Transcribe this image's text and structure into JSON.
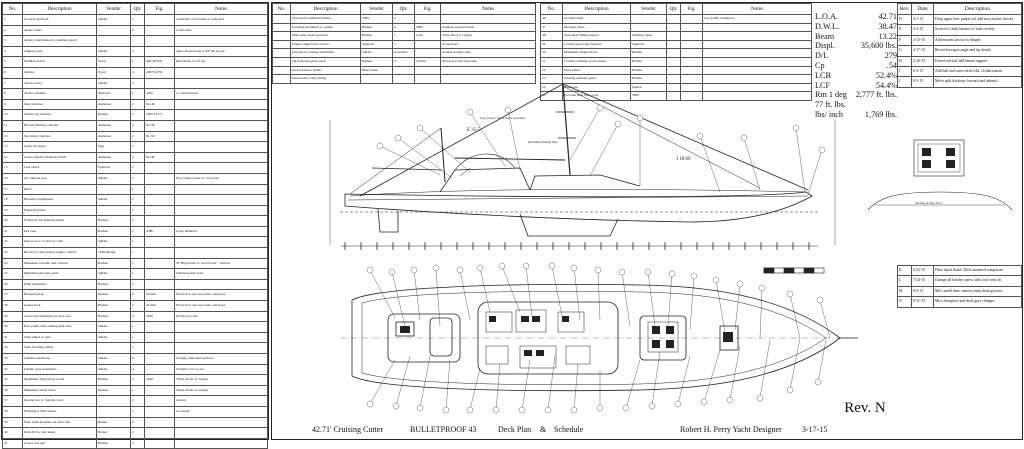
{
  "left_schedule": {
    "headers": [
      "No.",
      "Description",
      "Vendor",
      "Qty",
      "Fig.",
      "Notes"
    ],
    "rows": [
      [
        "1",
        "bowsprit platform",
        "builder",
        "1",
        "",
        "composite cored panel w/ teak trim"
      ],
      [
        "2",
        "anchor roller",
        "",
        "2",
        "",
        "ss dbl roller"
      ],
      [
        "3",
        "anchor rode/fairlead w/ stainless guard",
        "",
        "",
        "",
        ""
      ],
      [
        "4",
        "sampson post",
        "builder",
        "2",
        "",
        "upper block/locate w/ PF dia on pin"
      ],
      [
        "5",
        "Windlass hatch",
        "Wood",
        "1",
        "240730 ESI",
        "hatch flush w/ std top"
      ],
      [
        "6",
        "hatches",
        "Wood",
        "4",
        "240731 ESI",
        ""
      ],
      [
        "7",
        "dorade boxes",
        "builder",
        "2",
        "",
        ""
      ],
      [
        "8",
        "anchor windlass",
        "Maxwell",
        "1",
        "2200",
        "w/ capstan head"
      ],
      [
        "9",
        "main winches",
        "Andersen",
        "2",
        "No.46",
        ""
      ],
      [
        "10",
        "mizzen top winches",
        "Harken",
        "2",
        "2000 ST/CC",
        ""
      ],
      [
        "11",
        "Electric Primary winches",
        "Andersen",
        "2",
        "No.58",
        ""
      ],
      [
        "12",
        "Secondary winches",
        "Andersen",
        "2",
        "No.50",
        ""
      ],
      [
        "13",
        "Cleats aft tapers",
        "Ogg",
        "2",
        "",
        ""
      ],
      [
        "14",
        "Genoa trip/dbl. mainsail winch",
        "Andersen",
        "2",
        "No.46",
        ""
      ],
      [
        "15",
        "Line clutch",
        "Spinlock",
        "2",
        "",
        ""
      ],
      [
        "16",
        "aft compass post",
        "builder",
        "2",
        "",
        "8 sq. blade bronze w/ 3/4 ss pin"
      ],
      [
        "17",
        "hatch",
        "",
        "1",
        "",
        ""
      ],
      [
        "18",
        "Backstay Chainplates",
        "builder",
        "2",
        "",
        ""
      ],
      [
        "19",
        "Flagstaff holder",
        "",
        "1",
        "",
        ""
      ],
      [
        "20",
        "Footblock for mainsail sheets",
        "Harken",
        "2",
        "",
        ""
      ],
      [
        "21",
        "Pad eyes",
        "Harken",
        "2",
        "AH8",
        "Large diamond"
      ],
      [
        "22",
        "mast boot w/ ss bolt in collar",
        "builder",
        "1",
        "",
        ""
      ],
      [
        "23",
        "Recess for dual station engine controls",
        "CHandyeing",
        "1",
        "",
        ""
      ],
      [
        "24",
        "Mainsheet traveller and controls",
        "Harken",
        "1",
        "",
        "TF High beam w/ travel track + custom"
      ],
      [
        "25",
        "Mainsheet tent base plate",
        "builder",
        "1",
        "",
        "Stainless reinforced"
      ],
      [
        "26",
        "Pillar stanchions",
        "Harken",
        "2",
        "",
        ""
      ],
      [
        "27",
        "Headsail track",
        "Harken",
        "2",
        "32 mm",
        "6ft track w/ pin stop bolts, end stops"
      ],
      [
        "28",
        "Genoa track",
        "Harken",
        "2",
        "32 mm",
        "6ft track w/ pin stop bolts, end stops"
      ],
      [
        "29",
        "Genoa and spinnaker pre-stop cars",
        "Harken",
        "4",
        "3226",
        "6ft pin stop cars"
      ],
      [
        "30",
        "Bow pulpit with running light base",
        "builder",
        "1",
        "",
        ""
      ],
      [
        "31",
        "Stern pulpit w/ gate",
        "builder",
        "1",
        "",
        ""
      ],
      [
        "32",
        "Stern boarding ladder",
        "",
        "1",
        "",
        ""
      ],
      [
        "33",
        "Lifeline stanchions",
        "builder",
        "8",
        "",
        "25 high, drain dual grab tee"
      ],
      [
        "34",
        "Lifeline gate stanchions",
        "builder",
        "4",
        "",
        "25 high w/ hot ss tee"
      ],
      [
        "35",
        "Monument rigid block on rail",
        "Harken",
        "2",
        "2160",
        "Triple blocks w/ becket"
      ],
      [
        "36",
        "Mainsheet winch block",
        "Harken",
        "1",
        "",
        "Triple blocks w/ becket"
      ],
      [
        "37",
        "Dorade box w/ Vent & cowls",
        "",
        "2",
        "",
        "custom"
      ],
      [
        "38",
        "Emergency tiller inserts",
        "",
        "1",
        "",
        "ss custom"
      ],
      [
        "39",
        "Fuel, water & pump out deck fills",
        "Bomar",
        "2",
        "",
        ""
      ],
      [
        "40",
        "Deck fill for fuel tanks",
        "Bomar",
        "2",
        "",
        ""
      ],
      [
        "41",
        "Genoa cars pair",
        "Harken",
        "2",
        "",
        ""
      ]
    ]
  },
  "mid_schedule_a": {
    "headers": [
      "No.",
      "Description",
      "Vendor",
      "Qty",
      "Fig.",
      "Notes"
    ],
    "rows": [
      [
        "",
        "Thru deck ventilation domes",
        "TBD",
        "2",
        "",
        ""
      ],
      [
        "",
        "Foredeck deckhatch w/ gasket",
        "Harken",
        "6",
        "TBD",
        "stainless recessed hatch"
      ],
      [
        "",
        "Main sheet stand-up block",
        "Harken",
        "1",
        "2144",
        "Three block w/ spring"
      ],
      [
        "",
        "Engine single lever control",
        "Spinlock",
        "1",
        "",
        "Pt starboard"
      ],
      [
        "",
        "grip mat for lounge attachment",
        "builder",
        "as needed",
        "",
        "stainless lounge snap"
      ],
      [
        "",
        "tail mounted genoa track",
        "Harken",
        "2",
        "32 mm",
        "6ft track w/ pin stop bolts"
      ],
      [
        "",
        "deck hardware details",
        "Blue Ocean",
        "",
        "",
        ""
      ],
      [
        "",
        "main anchor roller fitting",
        "",
        "",
        "",
        ""
      ]
    ]
  },
  "mid_schedule_b": {
    "headers": [
      "No.",
      "Description",
      "Vendor",
      "Qty",
      "Fig.",
      "Notes"
    ],
    "rows": [
      [
        "46",
        "Ground tackle",
        "",
        "",
        "",
        "low profile ventilators"
      ],
      [
        "47",
        "Mooring cleats",
        "",
        "",
        "",
        ""
      ],
      [
        "48",
        "retractable bimini support",
        "Offshore Spars",
        "",
        "",
        ""
      ],
      [
        "49",
        "Cockpit seat locker hatches",
        "Spinlock",
        "",
        "",
        ""
      ],
      [
        "50",
        "Mainsheet turning block",
        "Harken",
        "",
        "",
        ""
      ],
      [
        "51",
        "Cockpit coaming access panels",
        "Harken",
        "",
        "",
        ""
      ],
      [
        "52",
        "Deck plates",
        "Harken",
        "",
        "",
        ""
      ],
      [
        "53",
        "Steering pedestal guard",
        "Harken",
        "",
        "",
        ""
      ],
      [
        "54",
        "Helm seat",
        "Seastar",
        "",
        "",
        ""
      ],
      [
        "55",
        "Port side mast boot cover",
        "TBD",
        "",
        "",
        ""
      ]
    ]
  },
  "specs": [
    {
      "label": "L.O.A.",
      "value": "42.71"
    },
    {
      "label": "D.W.L.",
      "value": "38.47"
    },
    {
      "label": "Beam",
      "value": "13.22"
    },
    {
      "label": "Displ.",
      "value": "35,600 lbs."
    },
    {
      "label": "D/L",
      "value": "279"
    },
    {
      "label": "Cp",
      "value": ".54"
    },
    {
      "label": "LCB",
      "value": "52.4%"
    },
    {
      "label": "LCF",
      "value": "54.4%"
    },
    {
      "label": "Rm 1 deg",
      "value": "2,777 ft. lbs."
    },
    {
      "label": "77 ft. lbs.",
      "value": ""
    },
    {
      "label": "lbs/ inch",
      "value": "1,769 lbs."
    }
  ],
  "revisions_top": {
    "headers": [
      "Rev.",
      "Date",
      "Description"
    ],
    "rows": [
      [
        "D",
        "4-1-15",
        "Drop upper bow pulpit rail, add new anchor chocks"
      ],
      [
        "E",
        "4-2-15",
        "Switch to flush hatches w/ teak overlay"
      ],
      [
        "F",
        "4-13-15",
        "Add mizzen layout for dinghy"
      ],
      [
        "G",
        "4-17-15",
        "Revise bowsprit angle and tip details"
      ],
      [
        "H",
        "5-20-15",
        "Faired rail-tail, add bimini support"
      ],
      [
        "I",
        "6-3-15",
        "Add half and water deck fills, ch lubrication"
      ],
      [
        "J",
        "8-5-15",
        "Move split backstay forward and inboard"
      ]
    ]
  },
  "revisions_bottom": {
    "rows": [
      [
        "K",
        "6-23-15",
        "Fiber hatch detail, Mod. mounted compasses"
      ],
      [
        "L",
        "7-24-15",
        "Change all hatches specs, add cowl vent aft"
      ],
      [
        "M",
        "8-5-15",
        "Misc small item; remove mast drain grooves"
      ],
      [
        "N",
        "8-31-15",
        "Misc disruptive and deck guys changes"
      ]
    ]
  },
  "section_label": "Section at Fig. Foot",
  "title_block": {
    "size": "42.71' Cruising Cutter",
    "name": "BULLETPROOF 43",
    "sheet": "Deck Plan",
    "amp": "&",
    "schedule": "Schedule",
    "designer": "Robert H. Perry Yacht Designer",
    "date": "3-17-15",
    "rev": "Rev. N"
  },
  "drawing_notes": {
    "height_a": "E  35.5",
    "height_b": "J  18.00",
    "note_1": "Lazy jacks to mast above spreaders",
    "note_2": "Dutchman flaking lines"
  }
}
